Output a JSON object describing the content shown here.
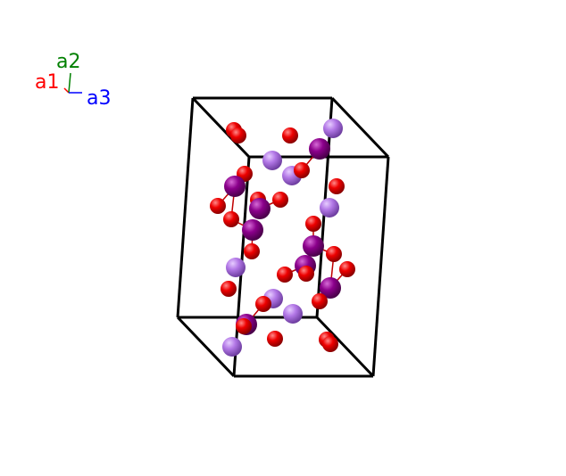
{
  "axes": {
    "a1": {
      "label": "a1",
      "color": "#ff0000"
    },
    "a2": {
      "label": "a2",
      "color": "#008000"
    },
    "a3": {
      "label": "a3",
      "color": "#0000ff"
    }
  },
  "colors": {
    "cell_edge": "#000000",
    "oxygen": "#ff0000",
    "dark_purple": "#8b008b",
    "light_purple": "#b070e0",
    "bond": "#c00000"
  }
}
